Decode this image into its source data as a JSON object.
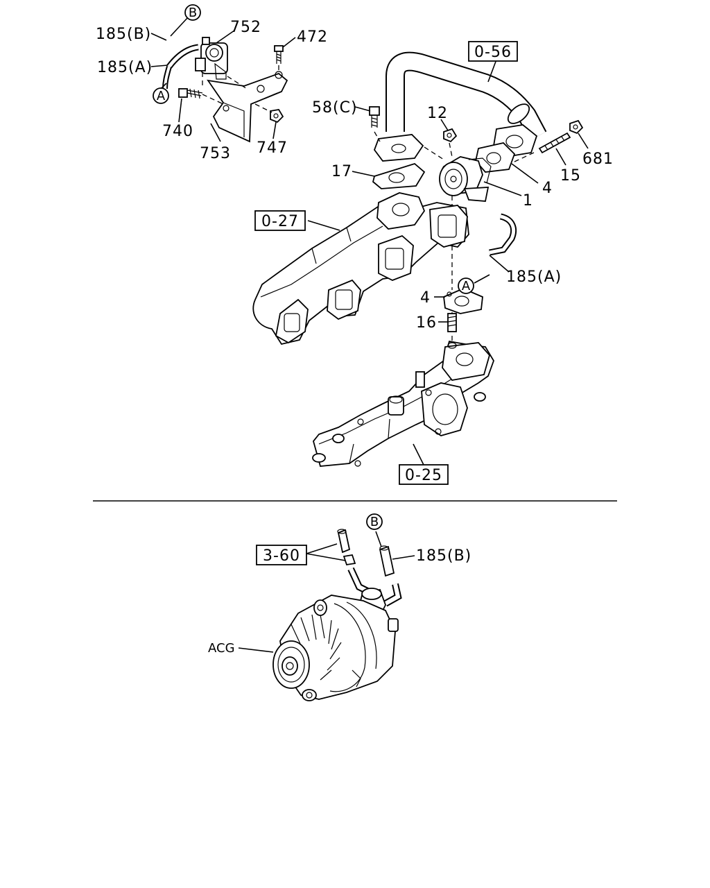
{
  "callouts": {
    "b_top": "B",
    "a_top": "A",
    "a_mid": "A",
    "b_bottom": "B"
  },
  "labels": {
    "p185b_top": "185(B)",
    "p752": "752",
    "p472": "472",
    "p185a_top": "185(A)",
    "p740": "740",
    "p753": "753",
    "p747": "747",
    "p58c": "58(C)",
    "p12": "12",
    "p17": "17",
    "p4_upper": "4",
    "p1": "1",
    "p15": "15",
    "p681": "681",
    "p185a_mid": "185(A)",
    "p4_lower": "4",
    "p16": "16",
    "p185b_bottom": "185(B)",
    "acg": "ACG"
  },
  "refs": {
    "r056": "0-56",
    "r027": "0-27",
    "r025": "0-25",
    "r360": "3-60"
  }
}
